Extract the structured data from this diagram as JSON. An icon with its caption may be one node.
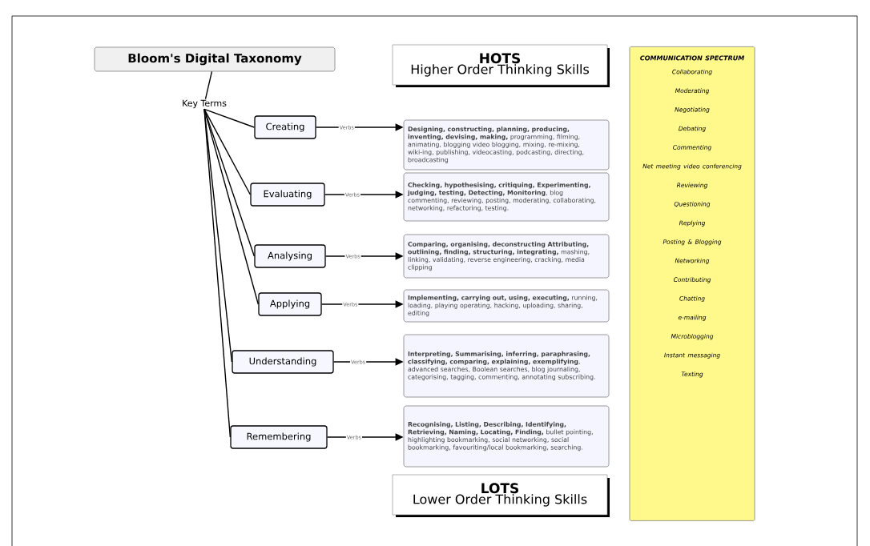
{
  "diagram": {
    "nodes": [
      {
        "text": [
          "Bloom's Digital Taxonomy"
        ]
      },
      {
        "text": [
          "Key Terms"
        ]
      },
      {
        "text": [
          "Creating"
        ]
      },
      {
        "text": [
          "Evaluating"
        ]
      },
      {
        "text": [
          "Analysing"
        ]
      },
      {
        "text": [
          "Applying"
        ]
      },
      {
        "text": [
          "Understanding"
        ]
      },
      {
        "text": [
          "Remembering"
        ]
      },
      {
        "text": [
          "**Designing, constructing, planning, producing, inventing, devising, making,** programming, filming, animating, blogging video blogging, mixing, re-mixing, wiki-ing, publishing, videocasting, podcasting, directing, broadcasting"
        ]
      },
      {
        "text": [
          "**Checking, hypothesising, critiquing, Experimenting, judging, testing, Detecting, Monitoring**, blog commenting, reviewing, posting, moderating, collaborating, networking, refactoring, testing."
        ]
      },
      {
        "text": [
          "**Comparing, organising, deconstructing Attributing, outlining, finding, structuring, integrating,** mashing, linking, validating, reverse engineering, cracking, media clipping"
        ]
      },
      {
        "text": [
          "**Implementing, carrying out, using, executing,** running, loading, playing operating, hacking, uploading, sharing, editing"
        ]
      },
      {
        "text": [
          "**Interpreting, Summarising, inferring, paraphrasing, classifying, comparing, explaining, exemplifying**, advanced searches, Boolean searches, blog journaling, categorising, tagging, commenting, annotating subscribing."
        ]
      },
      {
        "text": [
          "**Recognising, Listing, Describing, Identifying, Retrieving, Naming, Locating, Finding,** bullet pointing, highlighting bookmarking, social networking, social bookmarking, favouriting/local bookmarking, searching."
        ]
      },
      {
        "text": [
          "HOTS",
          "Higher Order Thinking Skills"
        ]
      },
      {
        "text": [
          "LOTS",
          "Lower Order Thinking Skills"
        ]
      },
      {
        "text": [
          "COMMUNICATION SPECTRUM",
          "Collaborating",
          "Moderating",
          "Negotiating",
          "Debating",
          "Commenting",
          "Net meeting video conferencing",
          "Reviewing",
          "Questioning",
          "Replying",
          "Posting & Blogging",
          "Networking",
          "Contributing",
          "Chatting",
          "e-mailing",
          "Microblogging",
          "Instant messaging",
          "Texting"
        ]
      }
    ],
    "edges": [
      {
        "from": 0,
        "to": 1,
        "arrow": "none"
      },
      {
        "from": 1,
        "to": 2,
        "arrow": "none"
      },
      {
        "from": 1,
        "to": 3,
        "arrow": "none"
      },
      {
        "from": 1,
        "to": 4,
        "arrow": "none"
      },
      {
        "from": 1,
        "to": 5,
        "arrow": "none"
      },
      {
        "from": 1,
        "to": 6,
        "arrow": "none"
      },
      {
        "from": 1,
        "to": 7,
        "arrow": "none"
      },
      {
        "from": 2,
        "to": 8,
        "arrow": "to",
        "label": "Verbs"
      },
      {
        "from": 3,
        "to": 9,
        "arrow": "to",
        "label": "Verbs"
      },
      {
        "from": 4,
        "to": 10,
        "arrow": "to",
        "label": "Verbs"
      },
      {
        "from": 5,
        "to": 11,
        "arrow": "to",
        "label": "Verbs"
      },
      {
        "from": 6,
        "to": 12,
        "arrow": "to",
        "label": "Verbs"
      },
      {
        "from": 7,
        "to": 13,
        "arrow": "to",
        "label": "Verbs"
      }
    ]
  }
}
